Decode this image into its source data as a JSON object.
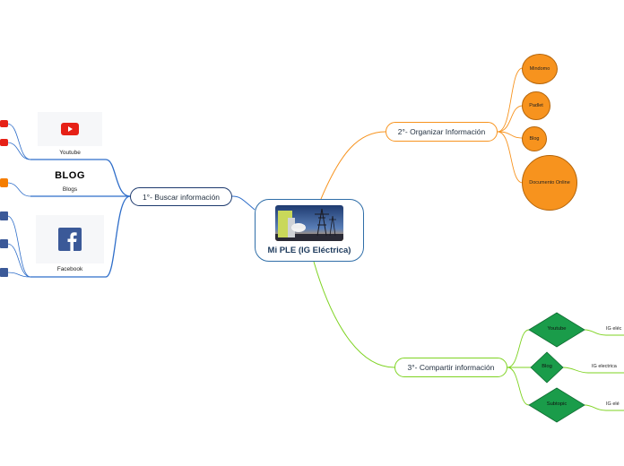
{
  "center": {
    "title": "Mi PLE (IG Eléctrica)",
    "image": "electric-worker-photo"
  },
  "branch1": {
    "label": "1°- Buscar información",
    "color": "#2f6ec9",
    "resources": [
      {
        "label": "Youtube",
        "icon": "youtube-logo"
      },
      {
        "label": "Blogs",
        "logo_text": "BLOG"
      },
      {
        "label": "Facebook",
        "icon": "facebook-logo"
      }
    ],
    "edge_icons": [
      "youtube-icon",
      "youtube-icon",
      "blogger-icon",
      "facebook-icon",
      "facebook-icon",
      "facebook-icon"
    ]
  },
  "branch2": {
    "label": "2°- Organizar Información",
    "color": "#f7931e",
    "items": [
      "Mindomo",
      "Padlet",
      "Blog",
      "Documento Online"
    ]
  },
  "branch3": {
    "label": "3°- Compartir información",
    "color": "#7ed321",
    "items": [
      {
        "label": "Youtube",
        "leaf": "IG eléc"
      },
      {
        "label": "Blog",
        "leaf": "IG electrica"
      },
      {
        "label": "Subtopic",
        "leaf": "IG elé"
      }
    ]
  },
  "colors": {
    "diamond": "#1a9c4a",
    "circle": "#f7931e",
    "youtube": "#e62117",
    "facebook": "#3b5998",
    "blogger": "#f57d00"
  }
}
